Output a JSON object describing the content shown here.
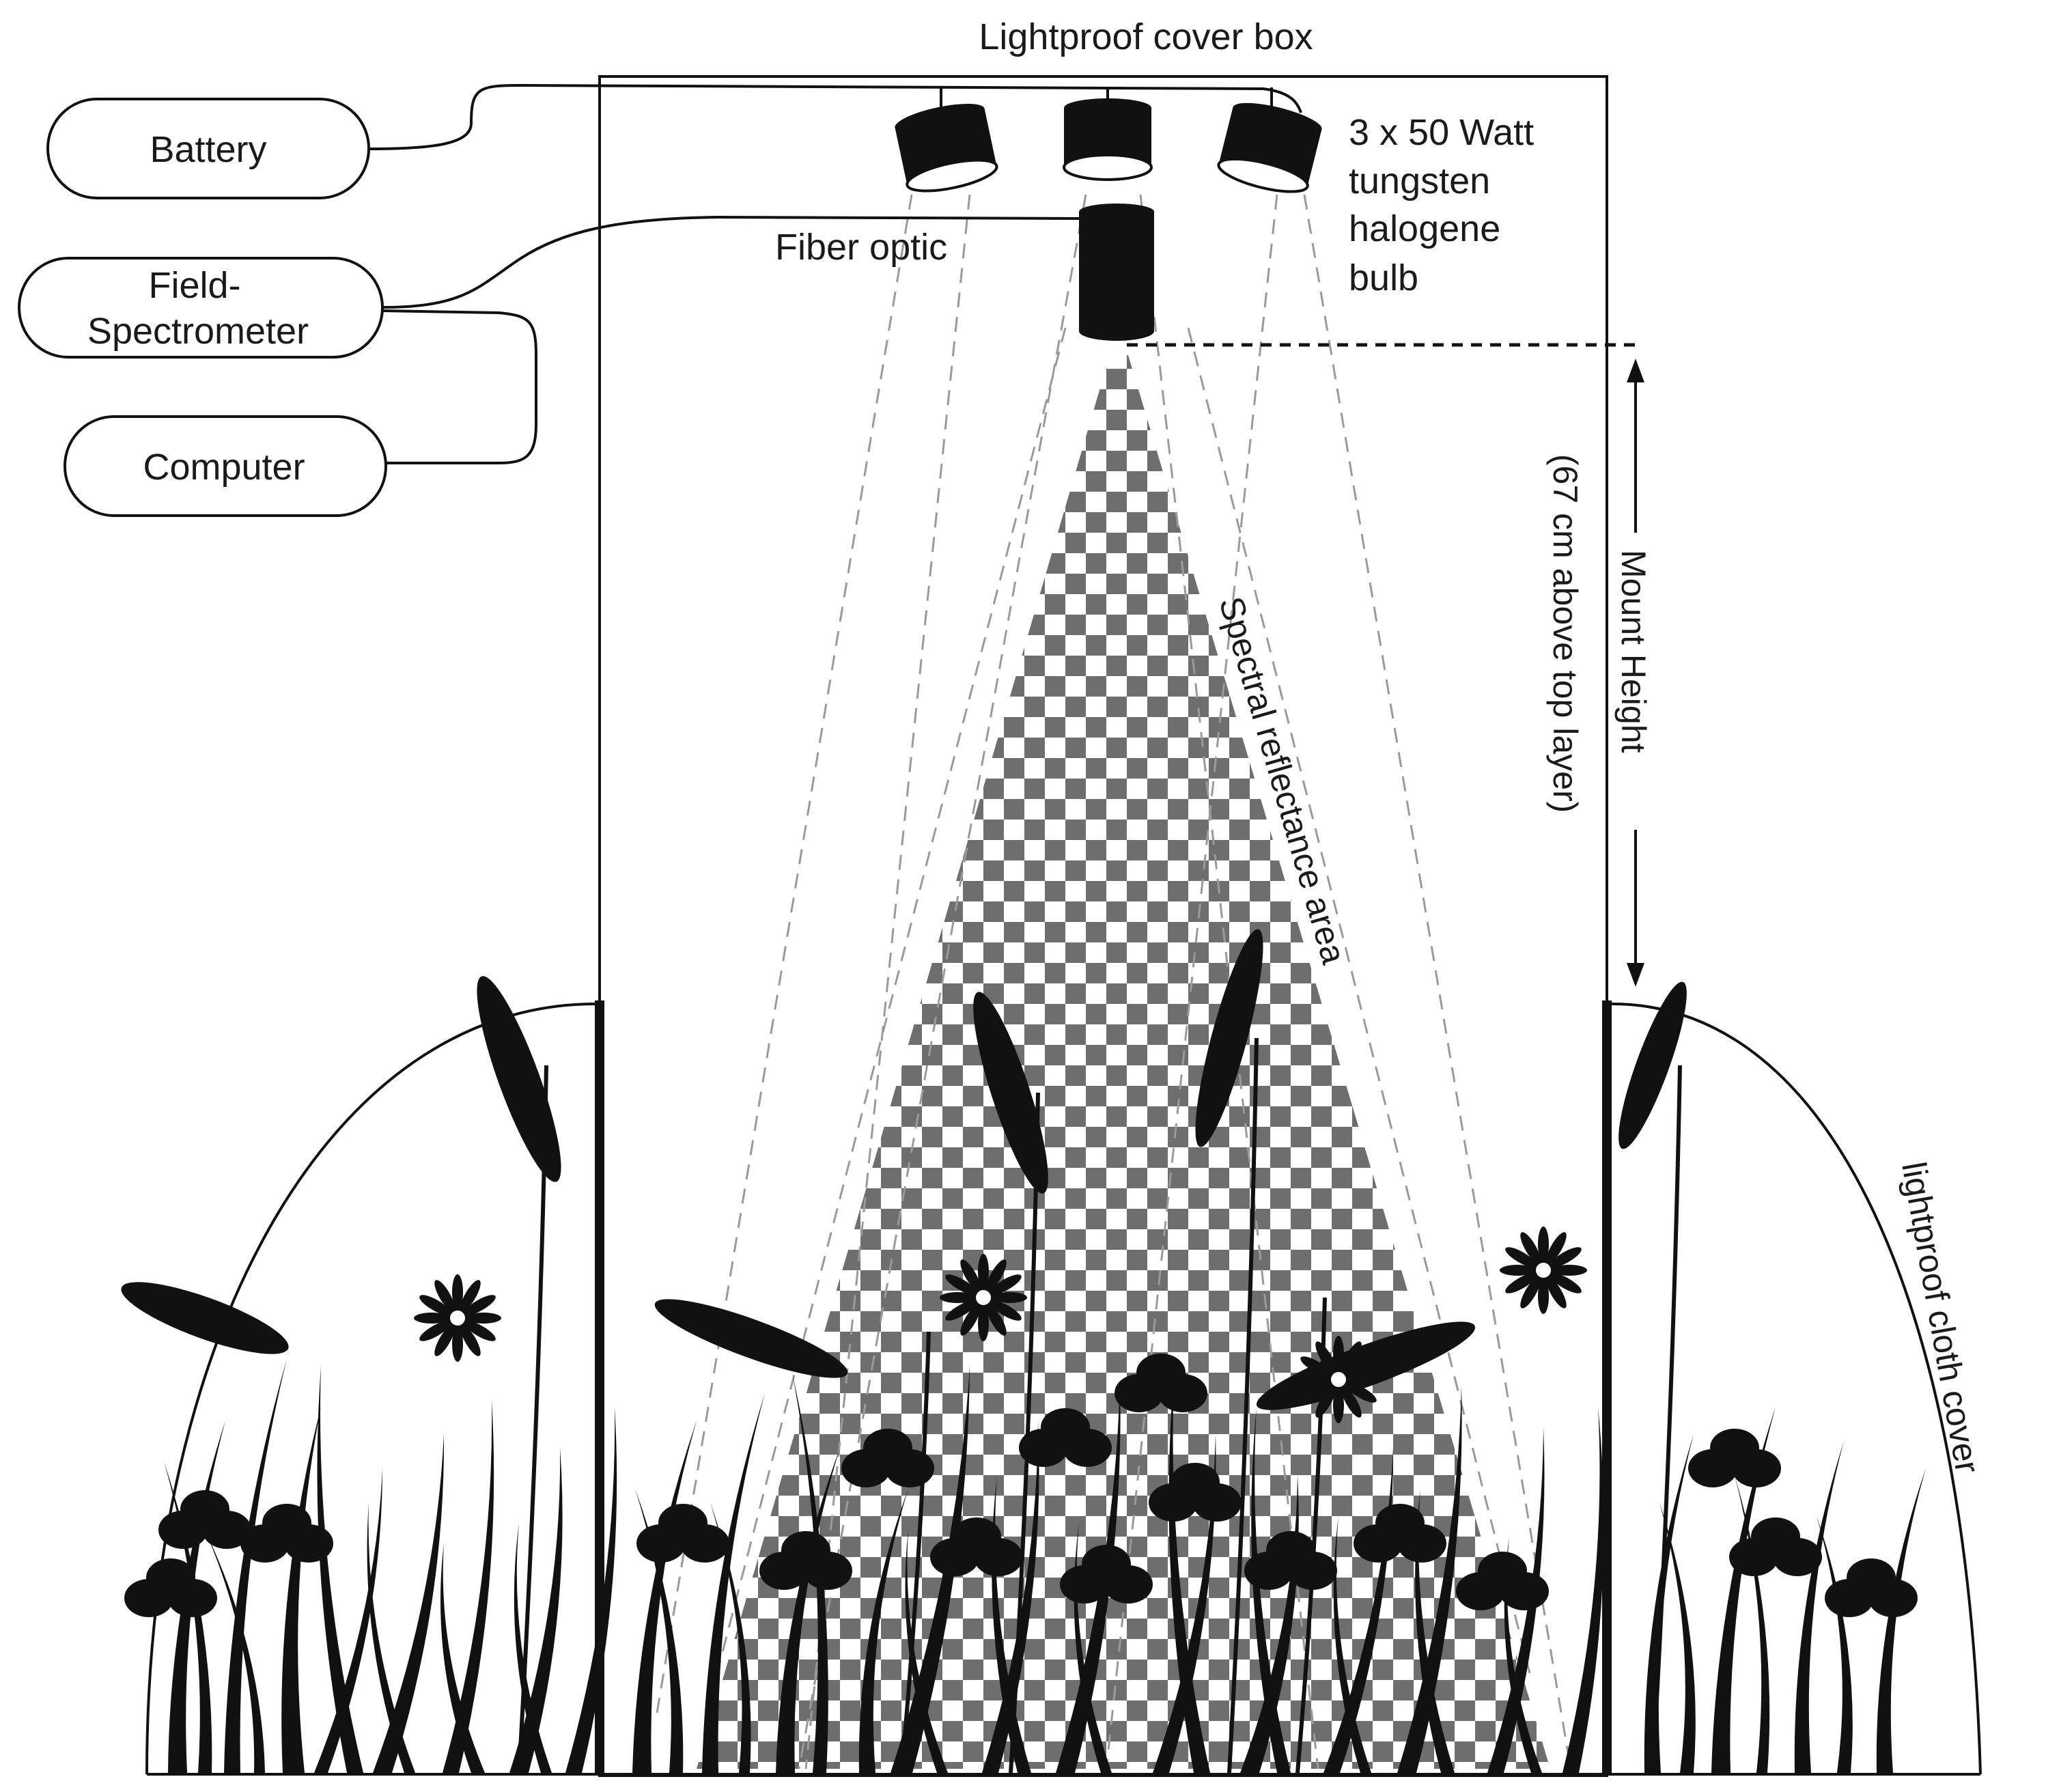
{
  "device_boxes": {
    "battery": "Battery",
    "field_spectrometer_line1": "Field-",
    "field_spectrometer_line2": "Spectrometer",
    "computer": "Computer"
  },
  "labels": {
    "cover_box": "Lightproof cover box",
    "bulbs_line1": "3 x 50 Watt",
    "bulbs_line2": "tungsten",
    "bulbs_line3": "halogene",
    "bulbs_line4": "bulb",
    "fiber_optic": "Fiber optic",
    "spectral_area": "Spectral reflectance area",
    "mount_height": "Mount Height",
    "mount_height_note": "(67 cm above top layer)",
    "cloth_cover": "lightproof cloth cover"
  },
  "colors": {
    "ink": "#111111",
    "checker": "#6e6e6e",
    "light_cone": "#9a9a9a"
  }
}
